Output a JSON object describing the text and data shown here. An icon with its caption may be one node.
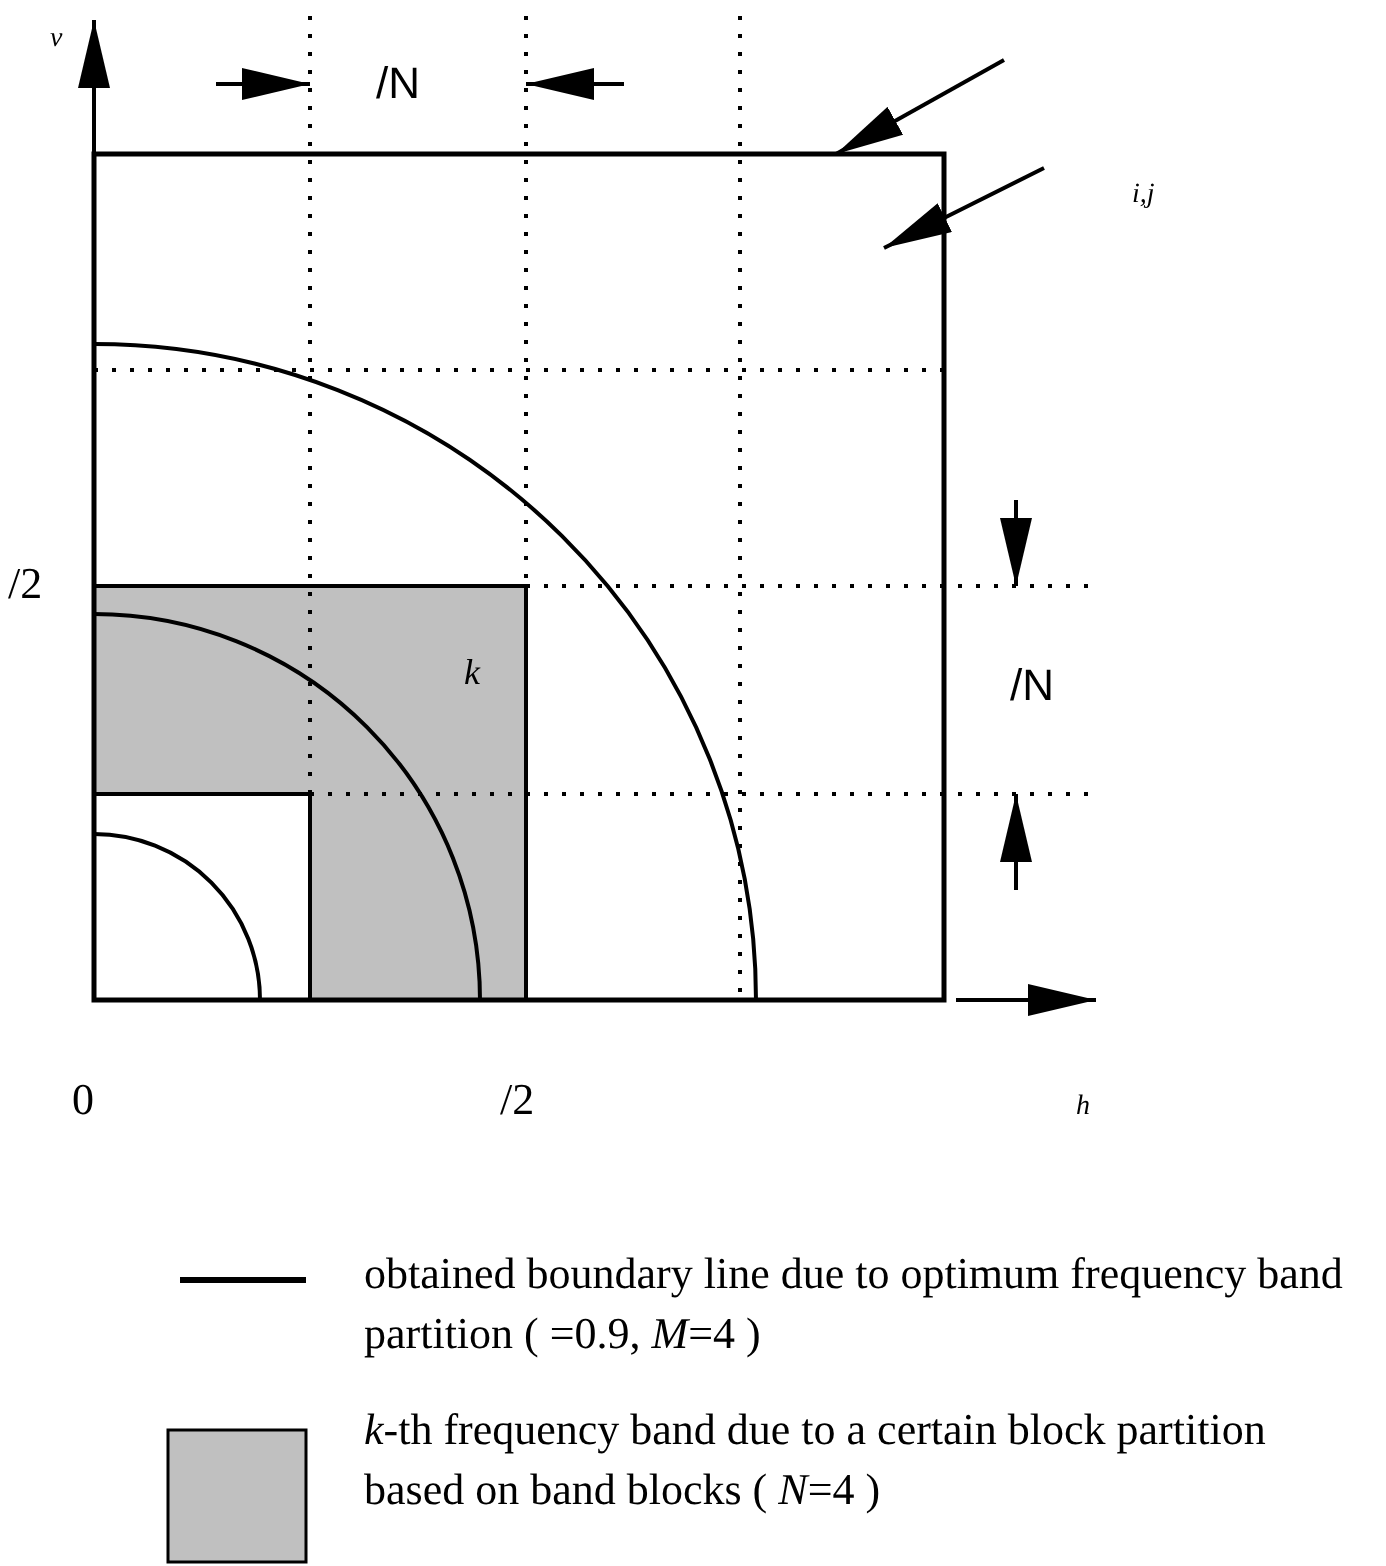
{
  "diagram": {
    "labels": [
      "v",
      "/N",
      "i,j",
      "/2",
      "k",
      "/N",
      "0",
      "/2",
      "h"
    ],
    "legend": [
      {
        "text": "obtained boundary line due to optimum frequency band partition (  =0.9, *M*=4 )"
      },
      {
        "text": "*k*-th frequency band due to a certain block partition based on band blocks ( *N*=4 )",
        "color": "#c0c0c0"
      }
    ]
  }
}
